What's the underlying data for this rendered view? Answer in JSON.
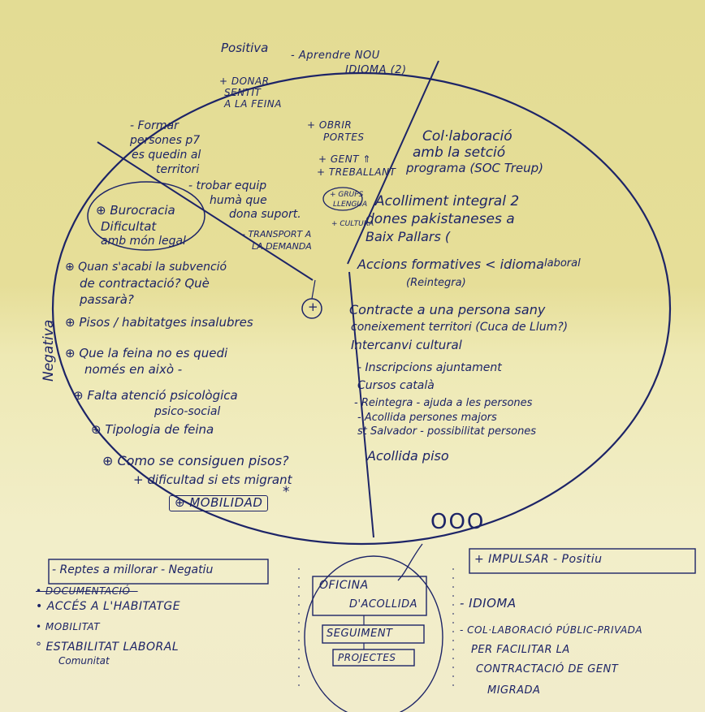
{
  "circle": {
    "positiva_title": "Positiva",
    "negativa_title": "Negativa",
    "positiva_items": [
      "- Aprendre NOU",
      "IDIOMA (2)",
      "+ DONAR",
      "SENTIT",
      "A LA FEINA",
      "- Formar",
      "persones p7",
      "es quedin al",
      "territori",
      "+ OBRIR",
      "PORTES",
      "+ GENT ⇑",
      "+ TREBALLANT",
      "- trobar equip",
      "humà que",
      "dona suport.",
      "+ GRUPS",
      "LLENGUA",
      "- TRANSPORT A",
      "LA DEMANDA",
      "+ CULTURA"
    ],
    "proposals": [
      "Col·laboració",
      "amb la setció",
      "programa (SOC Treup)",
      "Acolliment integral 2",
      "dones pakistaneses a",
      "Baix Pallars (",
      "Accions formatives < idioma",
      "laboral",
      "(Reintegra)",
      "Contracte a una persona sany",
      "coneixement territori (Cuca de Llum?)",
      "Intercanvi cultural",
      "- Inscripcions ajuntament",
      "Cursos català",
      "- Reintegra - ajuda a les persones",
      "- Acollida persones majors",
      "st Salvador - possibilitat persones",
      "Acollida piso"
    ],
    "negatives": [
      "⊕ Burocracia",
      "Dificultat",
      "amb món legal",
      "⊕ Quan s'acabi la subvenció",
      "de contractació? Què",
      "passarà?",
      "⊕ Pisos / habitatges insalubres",
      "⊕ Que la feina no es quedi",
      "només en això -",
      "⊕ Falta atenció psicològica",
      "psico-social",
      "⊕ Tipologia de feina",
      "⊕ Como se consiguen pisos?",
      "+ dificultad si ets migrant",
      "⊕ MOBILIDAD",
      "*"
    ],
    "plus_mark": "+",
    "bubbles": "OOO"
  },
  "bottom_left": {
    "header": "- Reptes a millorar - Negatiu",
    "items": [
      "• DOCUMENTACIÓ -",
      "• ACCÉS A L'HABITATGE",
      "• MOBILITAT",
      "° ESTABILITAT LABORAL",
      "Comunitat"
    ]
  },
  "bottom_center": {
    "boxes": [
      "OFICINA",
      "D'ACOLLIDA",
      "SEGUIMENT",
      "PROJECTES"
    ]
  },
  "bottom_right": {
    "header": "+ IMPULSAR - Positiu",
    "items": [
      "- IDIOMA",
      "- COL·LABORACIÓ PÚBLIC-PRIVADA",
      "PER FACILITAR LA",
      "CONTRACTACIÓ DE GENT",
      "MIGRADA"
    ]
  },
  "colors": {
    "ink": "#1d2467",
    "paper_top": "#e3dc94",
    "paper_bottom": "#f1eccb"
  }
}
